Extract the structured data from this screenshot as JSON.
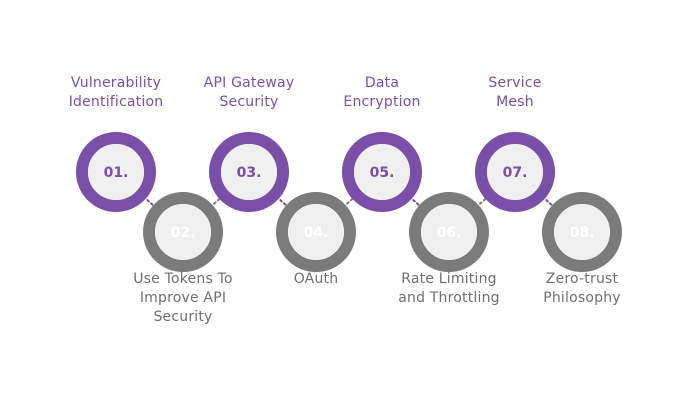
{
  "colors": {
    "purple": "#7a4fa8",
    "gray": "#7b7b7b",
    "inner_fill": "#f0f0f0",
    "purple_number": "#7a4fa8",
    "gray_number": "#ffffff",
    "top_label": "#7a4fa8",
    "bottom_label": "#6f6f6f"
  },
  "steps": [
    {
      "number": "01.",
      "lines": [
        "Vulnerability",
        "Identification"
      ],
      "row": "top"
    },
    {
      "number": "02.",
      "lines": [
        "Use Tokens To",
        "Improve API",
        "Security"
      ],
      "row": "bottom"
    },
    {
      "number": "03.",
      "lines": [
        "API Gateway",
        "Security"
      ],
      "row": "top"
    },
    {
      "number": "04.",
      "lines": [
        "OAuth"
      ],
      "row": "bottom"
    },
    {
      "number": "05.",
      "lines": [
        "Data",
        "Encryption"
      ],
      "row": "top"
    },
    {
      "number": "06.",
      "lines": [
        "Rate Limiting",
        "and Throttling"
      ],
      "row": "bottom"
    },
    {
      "number": "07.",
      "lines": [
        "Service",
        "Mesh"
      ],
      "row": "top"
    },
    {
      "number": "08.",
      "lines": [
        "Zero-trust",
        "Philosophy"
      ],
      "row": "bottom"
    }
  ]
}
